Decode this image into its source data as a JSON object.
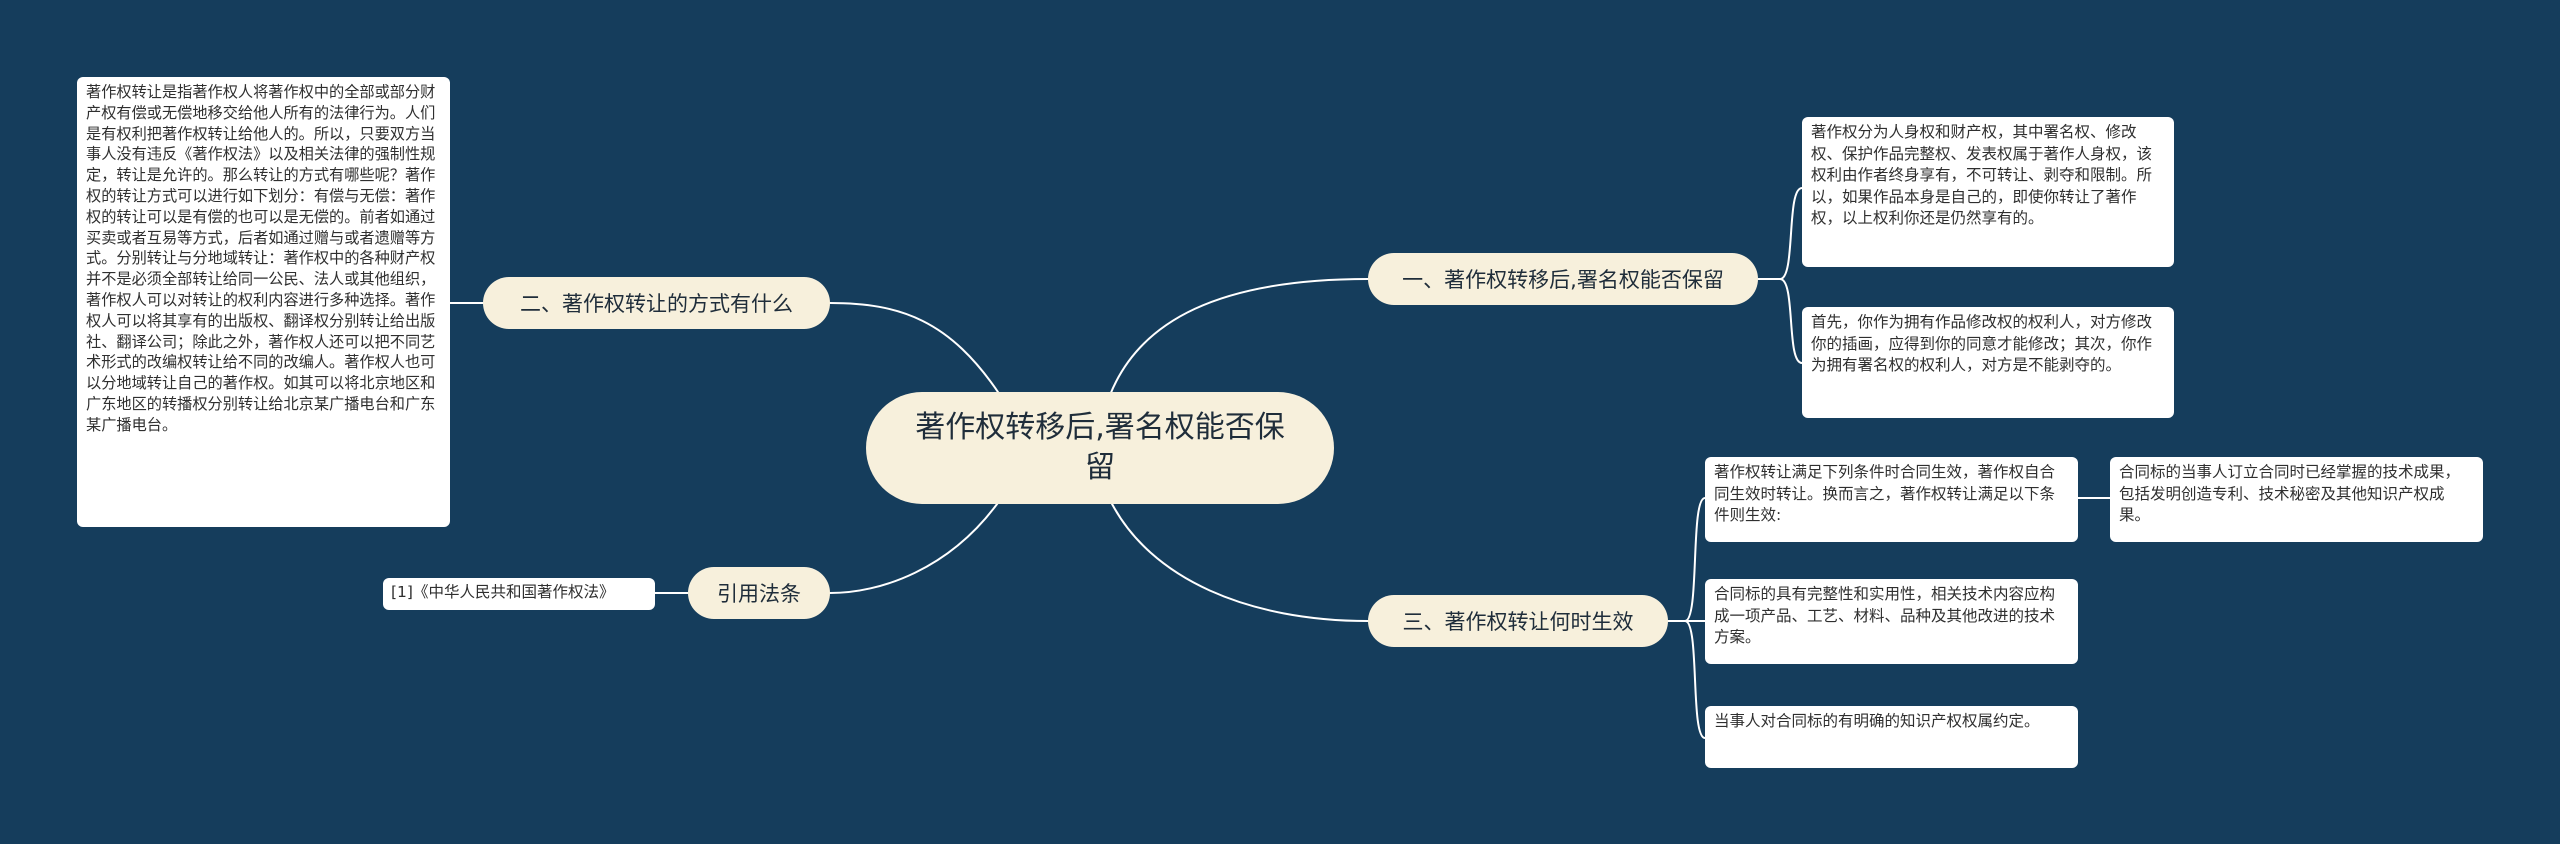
{
  "central": {
    "title": "著作权转移后,署名权能否保留"
  },
  "branches": {
    "b1": {
      "label": "一、著作权转移后,署名权能否保留"
    },
    "b2": {
      "label": "二、著作权转让的方式有什么"
    },
    "b3": {
      "label": "三、著作权转让何时生效"
    },
    "b4": {
      "label": "引用法条"
    }
  },
  "notes": {
    "b1_1": "著作权分为人身权和财产权，其中署名权、修改权、保护作品完整权、发表权属于著作人身权，该权利由作者终身享有，不可转让、剥夺和限制。所以，如果作品本身是自己的，即使你转让了著作权，以上权利你还是仍然享有的。",
    "b1_2": "首先，你作为拥有作品修改权的权利人，对方修改你的插画，应得到你的同意才能修改；其次，你作为拥有署名权的权利人，对方是不能剥夺的。",
    "b2_1": "著作权转让是指著作权人将著作权中的全部或部分财产权有偿或无偿地移交给他人所有的法律行为。人们是有权利把著作权转让给他人的。所以，只要双方当事人没有违反《著作权法》以及相关法律的强制性规定，转让是允许的。那么转让的方式有哪些呢？著作权的转让方式可以进行如下划分：有偿与无偿：著作权的转让可以是有偿的也可以是无偿的。前者如通过买卖或者互易等方式，后者如通过赠与或者遗赠等方式。分别转让与分地域转让：著作权中的各种财产权并不是必须全部转让给同一公民、法人或其他组织，著作权人可以对转让的权利内容进行多种选择。著作权人可以将其享有的出版权、翻译权分别转让给出版社、翻译公司；除此之外，著作权人还可以把不同艺术形式的改编权转让给不同的改编人。著作权人也可以分地域转让自己的著作权。如其可以将北京地区和广东地区的转播权分别转让给北京某广播电台和广东某广播电台。",
    "b3_1": "著作权转让满足下列条件时合同生效，著作权自合同生效时转让。换而言之，著作权转让满足以下条件则生效:",
    "b3_1_1": "合同标的当事人订立合同时已经掌握的技术成果，包括发明创造专利、技术秘密及其他知识产权成果。",
    "b3_2": "合同标的具有完整性和实用性，相关技术内容应构成一项产品、工艺、材料、品种及其他改进的技术方案。",
    "b3_3": "当事人对合同标的有明确的知识产权权属约定。",
    "b4_1": "[1]《中华人民共和国著作权法》"
  }
}
